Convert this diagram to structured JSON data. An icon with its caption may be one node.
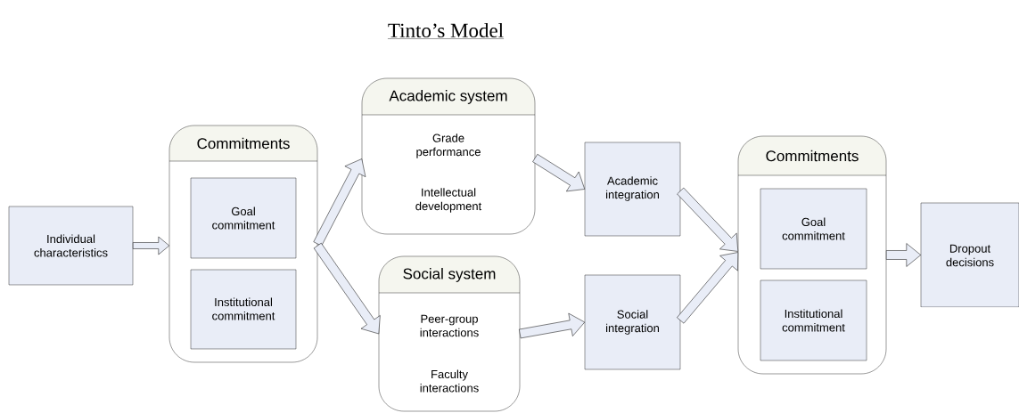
{
  "diagram": {
    "title": "Tinto’s Model",
    "nodes": [
      {
        "text": [
          "Individual characteristics"
        ]
      },
      {
        "text": [
          "Commitments"
        ]
      },
      {
        "text": [
          "Goal commitment"
        ],
        "in": 1
      },
      {
        "text": [
          "Institutional commitment"
        ],
        "in": 1
      },
      {
        "text": [
          "Academic system",
          "Grade performance",
          "Intellectual development"
        ]
      },
      {
        "text": [
          "Social system",
          "Peer-group interactions",
          "Faculty interactions"
        ]
      },
      {
        "text": [
          "Academic integration"
        ]
      },
      {
        "text": [
          "Social integration"
        ]
      },
      {
        "text": [
          "Commitments"
        ]
      },
      {
        "text": [
          "Goal commitment"
        ],
        "in": 8
      },
      {
        "text": [
          "Institutional commitment"
        ],
        "in": 8
      },
      {
        "text": [
          "Dropout decisions"
        ]
      }
    ],
    "edges": [
      {
        "from": 0,
        "to": 1,
        "arrow": "to"
      },
      {
        "from": 1,
        "to": 4,
        "arrow": "to"
      },
      {
        "from": 1,
        "to": 5,
        "arrow": "to"
      },
      {
        "from": 4,
        "to": 6,
        "arrow": "to"
      },
      {
        "from": 5,
        "to": 7,
        "arrow": "to"
      },
      {
        "from": 6,
        "to": 8,
        "arrow": "to"
      },
      {
        "from": 7,
        "to": 8,
        "arrow": "to"
      },
      {
        "from": 8,
        "to": 11,
        "arrow": "to"
      }
    ]
  }
}
